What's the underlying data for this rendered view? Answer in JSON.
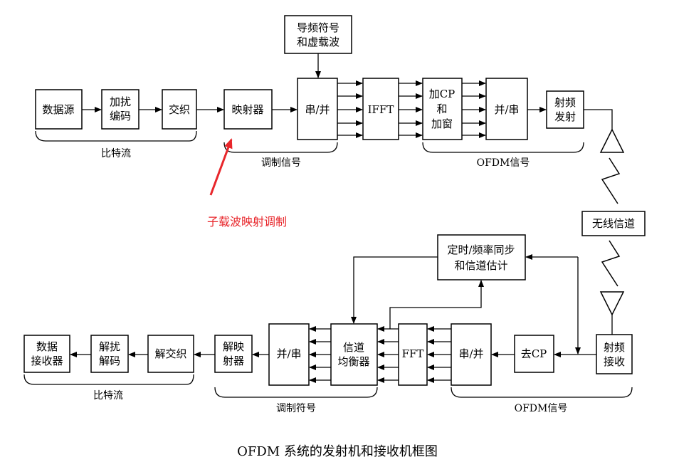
{
  "transmitter": {
    "data_source": "数据源",
    "scrambler": [
      "加扰",
      "编码"
    ],
    "interleaver": "交织",
    "mapper": "映射器",
    "sp_converter": "串/并",
    "ifft": "IFFT",
    "cp_window": [
      "加CP",
      "和",
      "加窗"
    ],
    "ps_converter": "并/串",
    "rf_tx": [
      "射频",
      "发射"
    ],
    "pilot": [
      "导频符号",
      "和虚载波"
    ],
    "brace_bitstream": "比特流",
    "brace_modulation": "调制信号",
    "brace_ofdm": "OFDM信号"
  },
  "annotation": "子载波映射调制",
  "channel": "无线信道",
  "receiver": {
    "rf_rx": [
      "射频",
      "接收"
    ],
    "remove_cp": "去CP",
    "sp_converter": "串/并",
    "fft": "FFT",
    "equalizer": [
      "信道",
      "均衡器"
    ],
    "ps_converter": "并/串",
    "demapper": [
      "解映",
      "射器"
    ],
    "deinterleaver": "解交织",
    "descrambler": [
      "解扰",
      "解码"
    ],
    "data_sink": [
      "数据",
      "接收器"
    ],
    "sync": [
      "定时/频率同步",
      "和信道估计"
    ],
    "brace_bitstream": "比特流",
    "brace_modulation": "调制符号",
    "brace_ofdm": "OFDM信号"
  },
  "caption": "OFDM 系统的发射机和接收机框图",
  "colors": {
    "line": "#000000",
    "annotation": "#e8262b"
  }
}
